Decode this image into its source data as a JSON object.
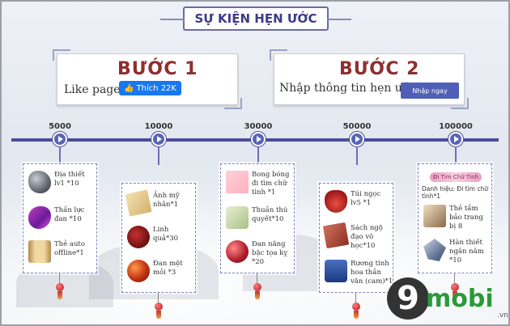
{
  "title": "SỰ KIỆN HẸN ƯỚC",
  "steps": [
    {
      "title": "BƯỚC 1",
      "text": "Like page",
      "button": "Thích 22K"
    },
    {
      "title": "BƯỚC 2",
      "text": "Nhập thông tin hẹn ước",
      "button": "Nhập ngay"
    }
  ],
  "milestones": [
    "5000",
    "10000",
    "30000",
    "50000",
    "100000"
  ],
  "rewards": {
    "m1": [
      "Địa thiết lv1 *10",
      "Thần lực đan *10",
      "Thẻ auto offline*1"
    ],
    "m2": [
      "Ảnh mỹ nhân*1",
      "Linh quả*30",
      "Đan mệt mỏi *3"
    ],
    "m3": [
      "Bong bóng đi tìm chữ tình *1",
      "Thuần thú quyết*10",
      "Đan năng bậc tọa kỵ *20"
    ],
    "m4": [
      "Túi ngọc lv5 *1",
      "Sách ngộ đạo võ học*10",
      "Rương tinh hoa thần văn (cam)*1"
    ],
    "m5_banner": "Đi Tìm Chữ Tình",
    "m5_title": "Danh hiệu: Đi tìm chữ tình*1",
    "m5": [
      "Thẻ tầm bảo trang bị 8",
      "Hàn thiết ngân nâm *10"
    ]
  },
  "logo": {
    "mark": "9",
    "text": "mobi",
    "suffix": ".vn"
  },
  "colors": {
    "accent": "#4a4c9a",
    "step_title": "#8e2e2e",
    "facebook": "#1877f2",
    "logo_green": "#2a9a3a"
  }
}
